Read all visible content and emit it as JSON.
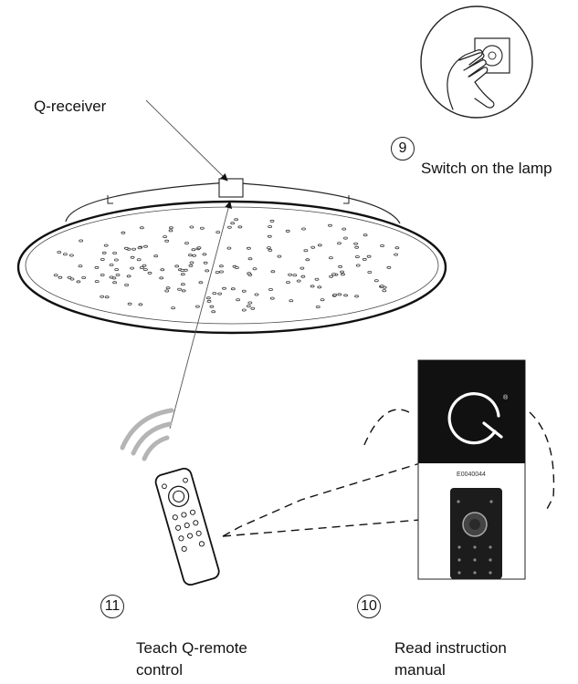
{
  "labels": {
    "receiver": "Q-receiver",
    "switch_on": "Switch on the lamp",
    "teach_remote_line1": "Teach Q-remote",
    "teach_remote_line2": "control",
    "read_manual_line1": "Read instruction",
    "read_manual_line2": "manual"
  },
  "steps": {
    "switch": "9",
    "manual": "10",
    "teach": "11"
  },
  "manual_cover": {
    "logo_letter": "Q",
    "registered_mark": "®",
    "article_number": "E0040044"
  },
  "colors": {
    "line": "#222222",
    "manual_dark": "#111111",
    "signal_waves": "#b5b5b5"
  }
}
